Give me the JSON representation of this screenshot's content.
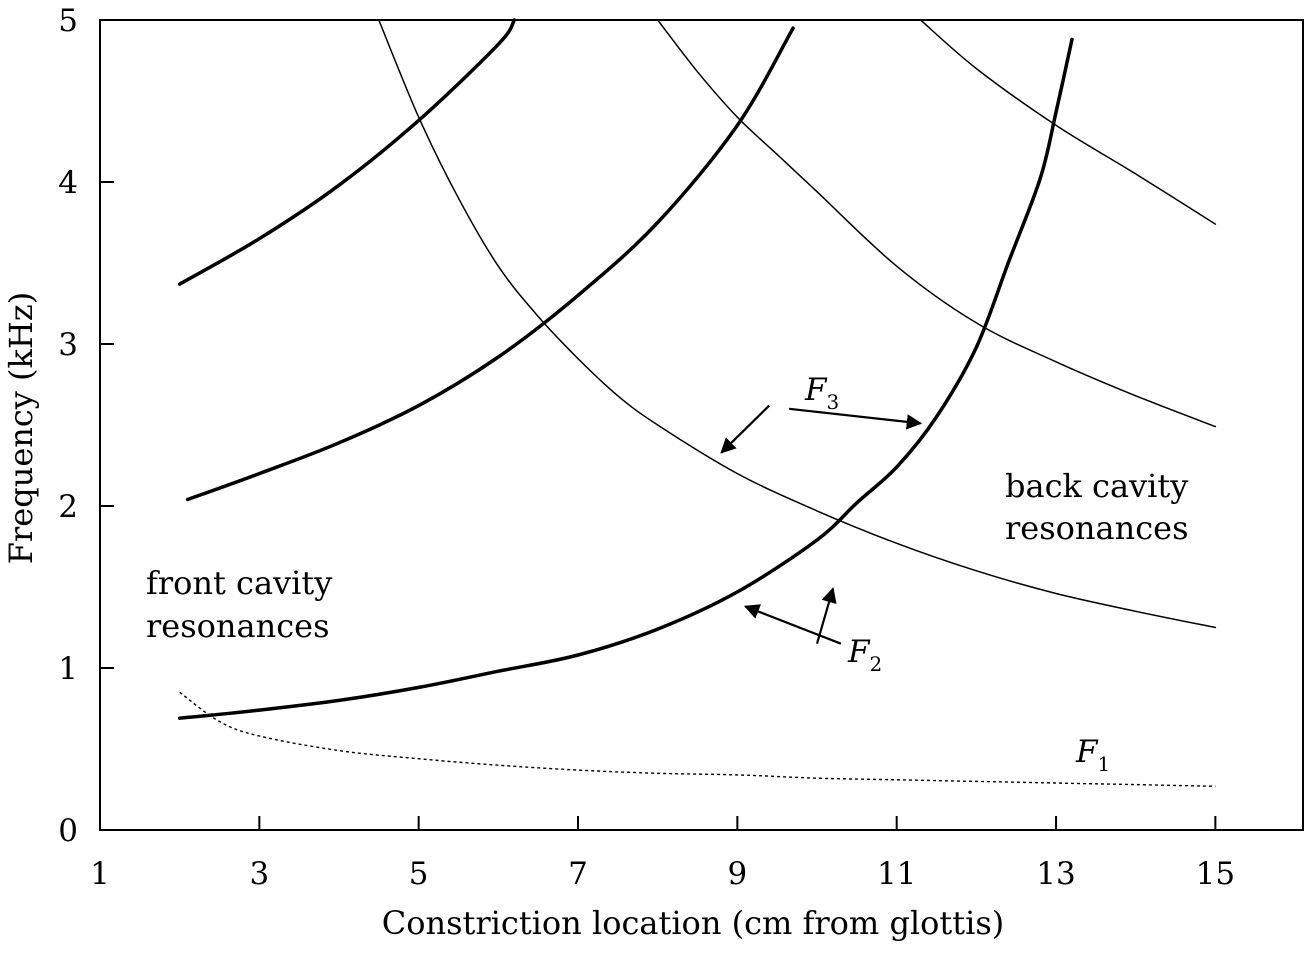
{
  "chart_data": {
    "type": "line",
    "xlabel": "Constriction location (cm from glottis)",
    "ylabel": "Frequency (kHz)",
    "xlim": [
      1,
      16.1
    ],
    "ylim": [
      0,
      5
    ],
    "xticks": [
      1,
      3,
      5,
      7,
      9,
      11,
      13,
      15
    ],
    "yticks": [
      0,
      1,
      2,
      3,
      4,
      5
    ],
    "grid": false,
    "legend": "none",
    "series": [
      {
        "group": "front",
        "style": "thick",
        "x": [
          2,
          3,
          4,
          5,
          6,
          6.2
        ],
        "y": [
          3.37,
          3.65,
          3.98,
          4.38,
          4.85,
          5.0
        ]
      },
      {
        "group": "front",
        "style": "thick",
        "x": [
          2.1,
          3,
          4,
          5,
          6,
          7,
          8,
          9,
          9.7
        ],
        "y": [
          2.04,
          2.2,
          2.39,
          2.62,
          2.92,
          3.3,
          3.75,
          4.35,
          4.95
        ]
      },
      {
        "group": "front",
        "style": "thick",
        "x": [
          2,
          3,
          4,
          5,
          6,
          7,
          8,
          9,
          10,
          10.5,
          11,
          11.5,
          12,
          12.4,
          12.8,
          13,
          13.2
        ],
        "y": [
          0.69,
          0.74,
          0.8,
          0.88,
          0.98,
          1.08,
          1.24,
          1.47,
          1.79,
          2.02,
          2.24,
          2.55,
          2.98,
          3.5,
          4.02,
          4.43,
          4.88
        ]
      },
      {
        "group": "back",
        "style": "thin",
        "x": [
          4.5,
          5,
          5.5,
          6,
          6.5,
          7,
          7.5,
          8,
          9,
          10,
          11,
          12,
          13,
          14,
          15
        ],
        "y": [
          5.0,
          4.4,
          3.9,
          3.48,
          3.17,
          2.91,
          2.68,
          2.5,
          2.2,
          1.97,
          1.77,
          1.6,
          1.46,
          1.35,
          1.25
        ]
      },
      {
        "group": "back",
        "style": "thin",
        "x": [
          8,
          8.5,
          9,
          9.5,
          10,
          11,
          12,
          13,
          14,
          15
        ],
        "y": [
          5.0,
          4.68,
          4.4,
          4.17,
          3.94,
          3.48,
          3.13,
          2.89,
          2.68,
          2.49
        ]
      },
      {
        "group": "back",
        "style": "thin",
        "x": [
          11.3,
          12,
          13,
          14,
          15
        ],
        "y": [
          5.0,
          4.7,
          4.35,
          4.05,
          3.74
        ]
      },
      {
        "group": "F1",
        "style": "dotted",
        "x": [
          2,
          2.5,
          3,
          4,
          5,
          6,
          7,
          8,
          9,
          10,
          11,
          12,
          13,
          14,
          15
        ],
        "y": [
          0.85,
          0.67,
          0.58,
          0.49,
          0.44,
          0.4,
          0.37,
          0.35,
          0.34,
          0.32,
          0.31,
          0.3,
          0.29,
          0.28,
          0.27
        ]
      }
    ],
    "annotations": {
      "front_line1": "front cavity",
      "front_line2": "resonances",
      "back_line1": "back cavity",
      "back_line2": "resonances",
      "f3": {
        "main": "F",
        "sub": "3"
      },
      "f2": {
        "main": "F",
        "sub": "2"
      },
      "f1": {
        "main": "F",
        "sub": "1"
      }
    },
    "arrows": [
      {
        "label": "F3",
        "from": [
          9.4,
          2.62
        ],
        "to": [
          8.8,
          2.33
        ]
      },
      {
        "label": "F3",
        "from": [
          9.65,
          2.6
        ],
        "to": [
          11.3,
          2.51
        ]
      },
      {
        "label": "F2",
        "from": [
          10.3,
          1.15
        ],
        "to": [
          9.1,
          1.38
        ]
      },
      {
        "label": "F2",
        "from": [
          10.0,
          1.15
        ],
        "to": [
          10.2,
          1.49
        ]
      }
    ]
  }
}
